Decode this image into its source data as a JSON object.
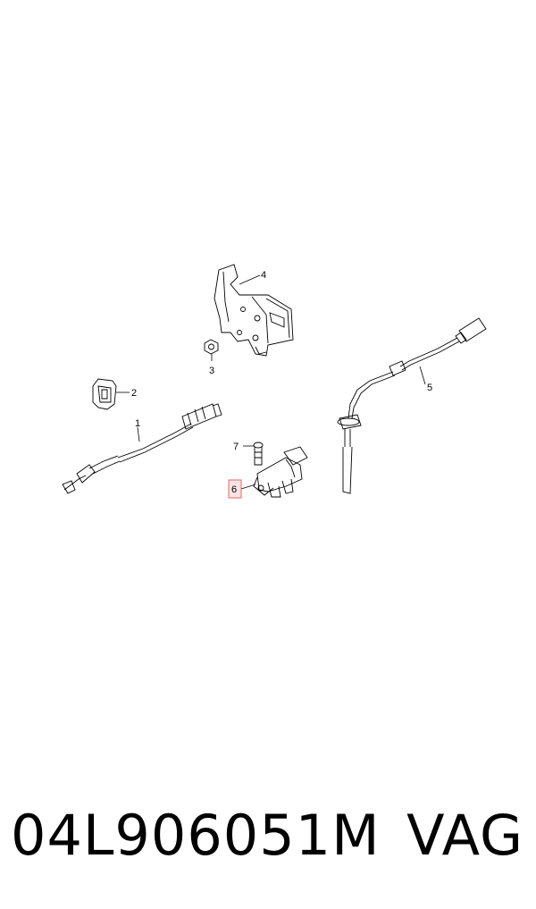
{
  "diagram": {
    "callouts": [
      "1",
      "2",
      "3",
      "4",
      "5",
      "6",
      "7"
    ],
    "highlighted_callout": "6",
    "highlight_color": "#e36a6a",
    "highlight_fill": "#fde3e3",
    "line_color": "#000000"
  },
  "footer": {
    "part_number": "04L906051M",
    "brand": "VAG"
  }
}
